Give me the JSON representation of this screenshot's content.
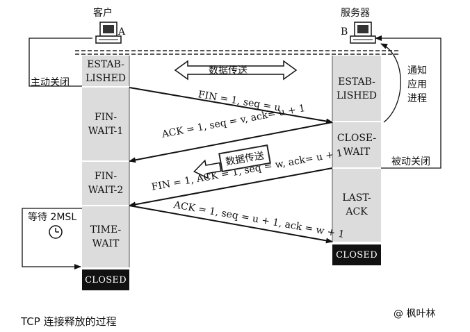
{
  "hosts": {
    "client": {
      "title": "客户",
      "letter": "A"
    },
    "server": {
      "title": "服务器",
      "letter": "B"
    }
  },
  "client_states": [
    "ESTAB-\nLISHED",
    "FIN-\nWAIT-1",
    "FIN-\nWAIT-2",
    "TIME-\nWAIT"
  ],
  "server_states": [
    "ESTAB-\nLISHED",
    "CLOSE-\nWAIT",
    "LAST-\nACK"
  ],
  "closed_label": "CLOSED",
  "messages": [
    "FIN = 1, seq = u",
    "ACK = 1, seq = v, ack= u + 1",
    "FIN = 1, ACK = 1, seq = w, ack= u + 1",
    "ACK = 1, seq = u + 1, ack = w + 1"
  ],
  "data_transfer_label": "数据传送",
  "side_labels": {
    "active_close": "主动关闭",
    "notify_app": "通知\n应用\n进程",
    "passive_close": "被动关闭",
    "wait_2msl": "等待 2MSL"
  },
  "caption": "TCP 连接释放的过程",
  "watermark": "@ 枫叶林"
}
